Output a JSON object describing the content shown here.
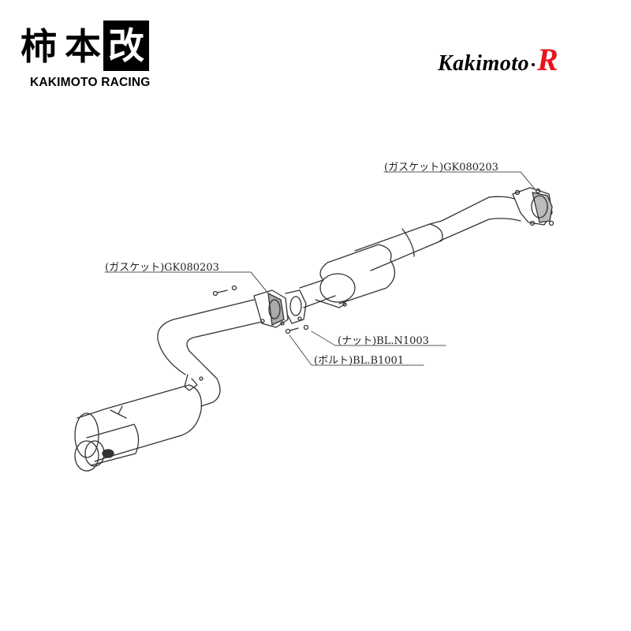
{
  "header": {
    "brand_left": {
      "kanji_1": "柿",
      "kanji_2": "本",
      "kanji_boxed": "改",
      "subtitle": "KAKIMOTO RACING"
    },
    "brand_right": {
      "wordmark": "Kakimoto",
      "suffix": "R",
      "suffix_color": "#e8141a"
    }
  },
  "diagram": {
    "subject": "exhaust system exploded view",
    "parts": [
      {
        "id": "gasket-front",
        "label": "(ガスケット)GK080203"
      },
      {
        "id": "gasket-mid",
        "label": "(ガスケット)GK080203"
      },
      {
        "id": "nut",
        "label": "(ナット)BL.N1003"
      },
      {
        "id": "bolt",
        "label": "(ボルト)BL.B1001"
      }
    ],
    "line_color": "#333333",
    "leader_color": "#555555"
  }
}
